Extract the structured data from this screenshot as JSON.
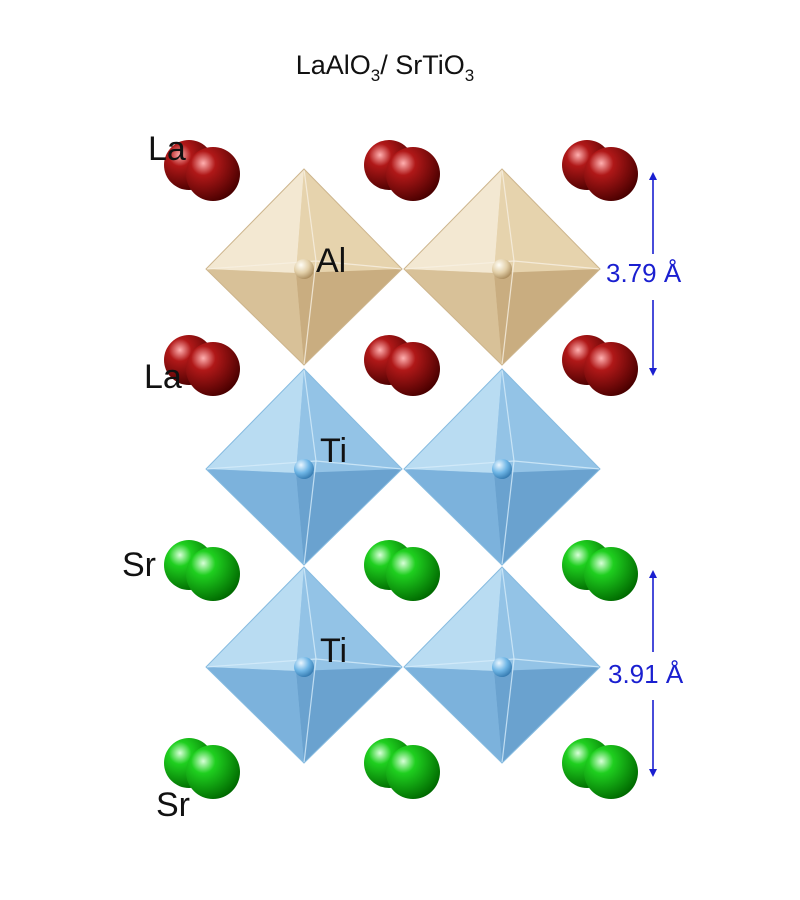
{
  "title": {
    "part1": "LaAlO",
    "sub1": "3",
    "slash": "/",
    "part2": " SrTiO",
    "sub2": "3"
  },
  "atoms": {
    "la": "La",
    "al": "Al",
    "ti": "Ti",
    "sr": "Sr"
  },
  "spacings": {
    "upper": "3.79 Å",
    "lower": "3.91 Å"
  },
  "colors": {
    "la_atom": "#9b0d0d",
    "sr_atom": "#1fbf1f",
    "al_octahedron": "#e6d4b3",
    "ti_octahedron": "#8fbde0",
    "arrow": "#1a1fd0"
  }
}
